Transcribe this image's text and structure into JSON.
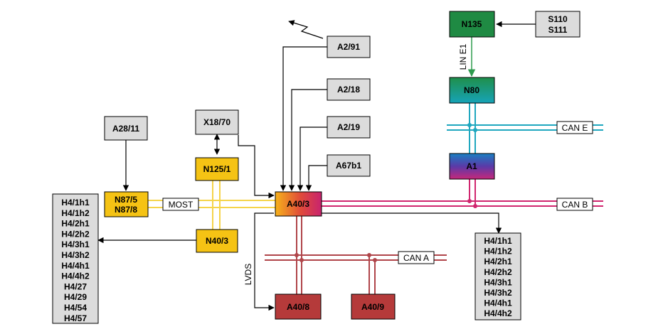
{
  "colors": {
    "grey_box": "#dcdcdc",
    "yellow": "#f5c314",
    "bus_yellow": "#f5d44a",
    "bus_magenta": "#d0266f",
    "bus_red": "#b0454a",
    "bus_cyan": "#1fa7bf",
    "lin_green": "#2e9a4e",
    "red_box": "#b53a3a",
    "green_box": "#1f8a43",
    "teal_box": "#1a9b8a"
  },
  "nodes": {
    "a2_91": "A2/91",
    "a2_18": "A2/18",
    "a2_19": "A2/19",
    "a67b1": "A67b1",
    "x18_70": "X18/70",
    "a28_11": "A28/11",
    "n125_1": "N125/1",
    "n87_5": "N87/5",
    "n87_8": "N87/8",
    "n40_3": "N40/3",
    "a40_3": "A40/3",
    "a40_8": "A40/8",
    "a40_9": "A40/9",
    "n135": "N135",
    "s110": "S110",
    "s111": "S111",
    "n80": "N80",
    "a1": "A1"
  },
  "buses": {
    "most": "MOST",
    "lvds": "LVDS",
    "can_a": "CAN A",
    "can_b": "CAN B",
    "can_e": "CAN E",
    "lin_e1": "LIN E1"
  },
  "speaker_lists": {
    "left": [
      "H4/1h1",
      "H4/1h2",
      "H4/2h1",
      "H4/2h2",
      "H4/3h1",
      "H4/3h2",
      "H4/4h1",
      "H4/4h2",
      "H4/27",
      "H4/29",
      "H4/54",
      "H4/57"
    ],
    "right": [
      "H4/1h1",
      "H4/1h2",
      "H4/2h1",
      "H4/2h2",
      "H4/3h1",
      "H4/3h2",
      "H4/4h1",
      "H4/4h2"
    ]
  }
}
